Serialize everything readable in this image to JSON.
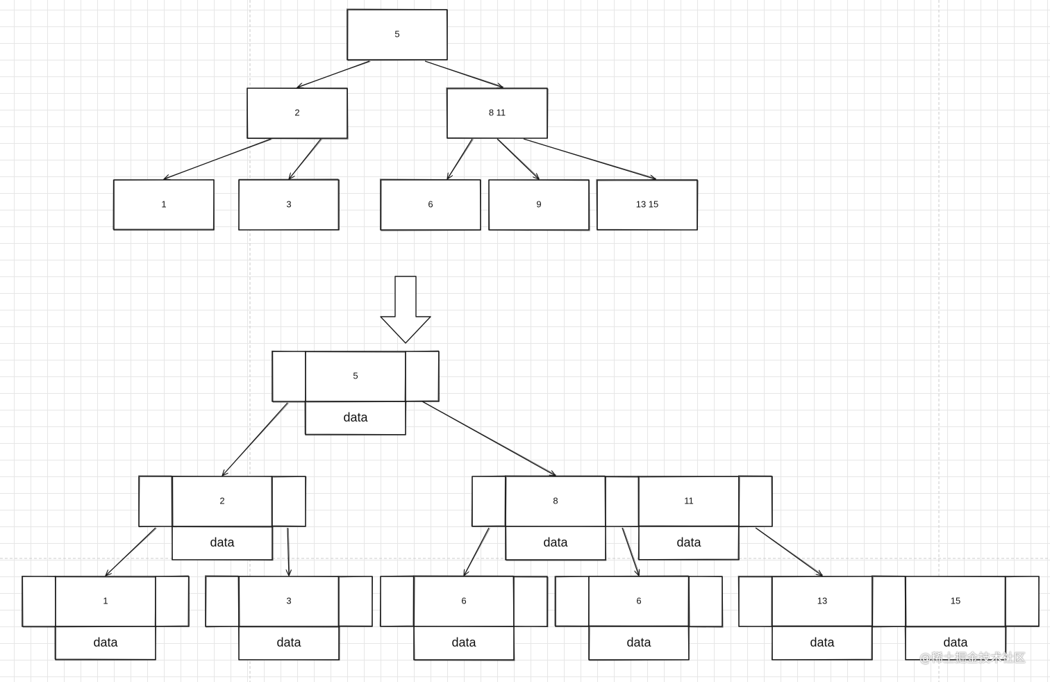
{
  "tree_before": {
    "nodes": [
      {
        "id": "r",
        "keys": [
          "5"
        ]
      },
      {
        "id": "a",
        "keys": [
          "2"
        ]
      },
      {
        "id": "b",
        "keys": [
          "8",
          "11"
        ]
      },
      {
        "id": "l1",
        "keys": [
          "1"
        ]
      },
      {
        "id": "l2",
        "keys": [
          "3"
        ]
      },
      {
        "id": "l3",
        "keys": [
          "6"
        ]
      },
      {
        "id": "l4",
        "keys": [
          "9"
        ]
      },
      {
        "id": "l5",
        "keys": [
          "13",
          "15"
        ]
      }
    ],
    "edges": [
      [
        "r",
        "a"
      ],
      [
        "r",
        "b"
      ],
      [
        "a",
        "l1"
      ],
      [
        "a",
        "l2"
      ],
      [
        "b",
        "l3"
      ],
      [
        "b",
        "l4"
      ],
      [
        "b",
        "l5"
      ]
    ]
  },
  "tree_after": {
    "data_label": "data",
    "nodes": [
      {
        "id": "R",
        "keys": [
          "5"
        ]
      },
      {
        "id": "A",
        "keys": [
          "2"
        ]
      },
      {
        "id": "B",
        "keys": [
          "8",
          "11"
        ]
      },
      {
        "id": "L1",
        "keys": [
          "1"
        ]
      },
      {
        "id": "L2",
        "keys": [
          "3"
        ]
      },
      {
        "id": "L3",
        "keys": [
          "6"
        ]
      },
      {
        "id": "L4",
        "keys": [
          "6"
        ]
      },
      {
        "id": "L5",
        "keys": [
          "13",
          "15"
        ]
      }
    ],
    "edges": [
      [
        "R",
        "A"
      ],
      [
        "R",
        "B"
      ],
      [
        "A",
        "L1"
      ],
      [
        "A",
        "L2"
      ],
      [
        "B",
        "L3"
      ],
      [
        "B",
        "L4"
      ],
      [
        "B",
        "L5"
      ]
    ]
  },
  "watermark": "@稀土掘金技术社区",
  "colors": {
    "stroke": "#1a1a1a",
    "grid": "#e6e6e6",
    "background": "#ffffff"
  }
}
